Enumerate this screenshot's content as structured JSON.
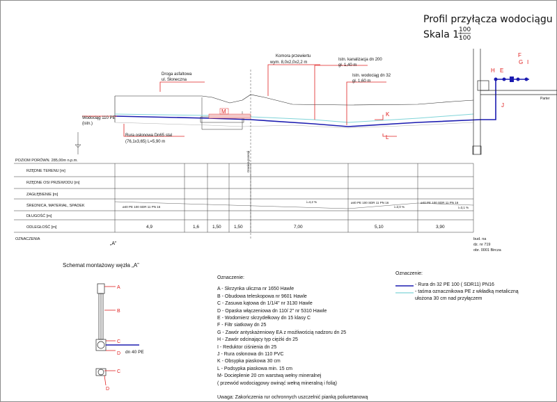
{
  "title": {
    "line1": "Profil przyłącza wodociągu",
    "line2_prefix": "Skala 1:",
    "scale_num": "100",
    "scale_den": "100"
  },
  "callouts": {
    "road": [
      "Droga asfaltowa",
      "ul. Słoneczna"
    ],
    "chamber": [
      "Komora przewiertu",
      "wym. 8,0x2,0x2,2 m"
    ],
    "sewer": [
      "Istn. kanalizacja dn 200",
      "gł. 1,40 m"
    ],
    "water": [
      "Istn. wodociąg dn 32",
      "gł. 1,60 m"
    ],
    "main": [
      "Wodociąg 110 PE",
      "(istn.)"
    ],
    "casing": [
      "Rura osłonowa Dn65 stal",
      "(76,1x3,65) L=5,90 m"
    ],
    "parter": "Parter"
  },
  "profile_letters": [
    "M",
    "K",
    "L",
    "J",
    "H",
    "E",
    "F",
    "G",
    "I"
  ],
  "table": {
    "datum": "POZIOM PORÓWN. 285,00m n.p.m.",
    "rows": [
      "RZĘDNE TERENU [m]",
      "RZĘDNE OSI PRZEWODU [m]",
      "ZAGŁĘBIENIE [m]",
      "ŚREDNICA, MATERIAŁ, SPADEK",
      "DŁUGOŚĆ [m]",
      "ODLEGŁOŚĆ [m]"
    ],
    "marks_label": "OZNACZENIA",
    "mark_A": "„A”",
    "distances": [
      "4,9",
      "1,6",
      "1,50",
      "1,50",
      "7,00",
      "5,10",
      "3,90"
    ],
    "pipe_texts": [
      "ø40 PE 100 SDR 11 PN 16",
      "ø40 PE 100 SDR 11 PN 16",
      "ø40 PE 100 SDR 11 PN 16"
    ],
    "slopes": [
      "i=4,2 %",
      "i=2,0 %",
      "i=3,1 %"
    ],
    "bud": [
      "bud. na",
      "dz. nr 719",
      "obr. 0001 Bircza"
    ],
    "vertical_label": "Granica posesji"
  },
  "detail": {
    "title": "Schemat montażowy węzła „A”",
    "letters": [
      "A",
      "B",
      "C",
      "D",
      "C",
      "D"
    ],
    "dn_label": "dn 40 PE"
  },
  "legend_components": {
    "heading": "Oznaczenie:",
    "items": [
      "A - Skrzynka uliczna   nr 1650 Hawle",
      "B - Obudowa teleskopowa nr 9601 Hawle",
      "C - Zasuwa kątowa dn 1/1/4\" nr 3130 Hawle",
      "D - Opaska włączeniowa dn 110/ 2\" nr 5310 Hawle",
      "E - Wodomierz skrzydełkowy dn 15 klasy C",
      "F - Filtr siatkowy dn 25",
      "G - Zawór antyskażeniowy EA z możliwością nadzoru dn 25",
      "H - Zawór odcinający typ ciężki dn 25",
      "I -  Reduktor ciśnienia dn 25",
      "J -  Rura osłonowa  dn 110 PVC",
      "K - Obsypka piaskowa 30 cm",
      "L - Podsypka piaskowa min. 15 cm",
      "M- Docieplenie 20 cm warstwą wełny mineralnej",
      "( przewód wodociągowy owinąć wełną mineralną i folią)"
    ],
    "note": "Uwaga: Zakończenia rur ochronnych uszczelnić pianką poliuretanową"
  },
  "legend_lines": {
    "heading": "Oznaczenie:",
    "pipe": "- Rura dn 32 PE 100  ( SDR11)   PN16",
    "tape": [
      "- taśma oznacznikowa PE z wkładką metaliczną",
      "ułożona 30 cm nad przyłączem"
    ],
    "pipe_color": "#1b1bb0",
    "tape_color": "#7fd4d8"
  },
  "colors": {
    "red": "#e02020",
    "blue": "#1b1bb0",
    "cyan": "#7fd4d8"
  }
}
